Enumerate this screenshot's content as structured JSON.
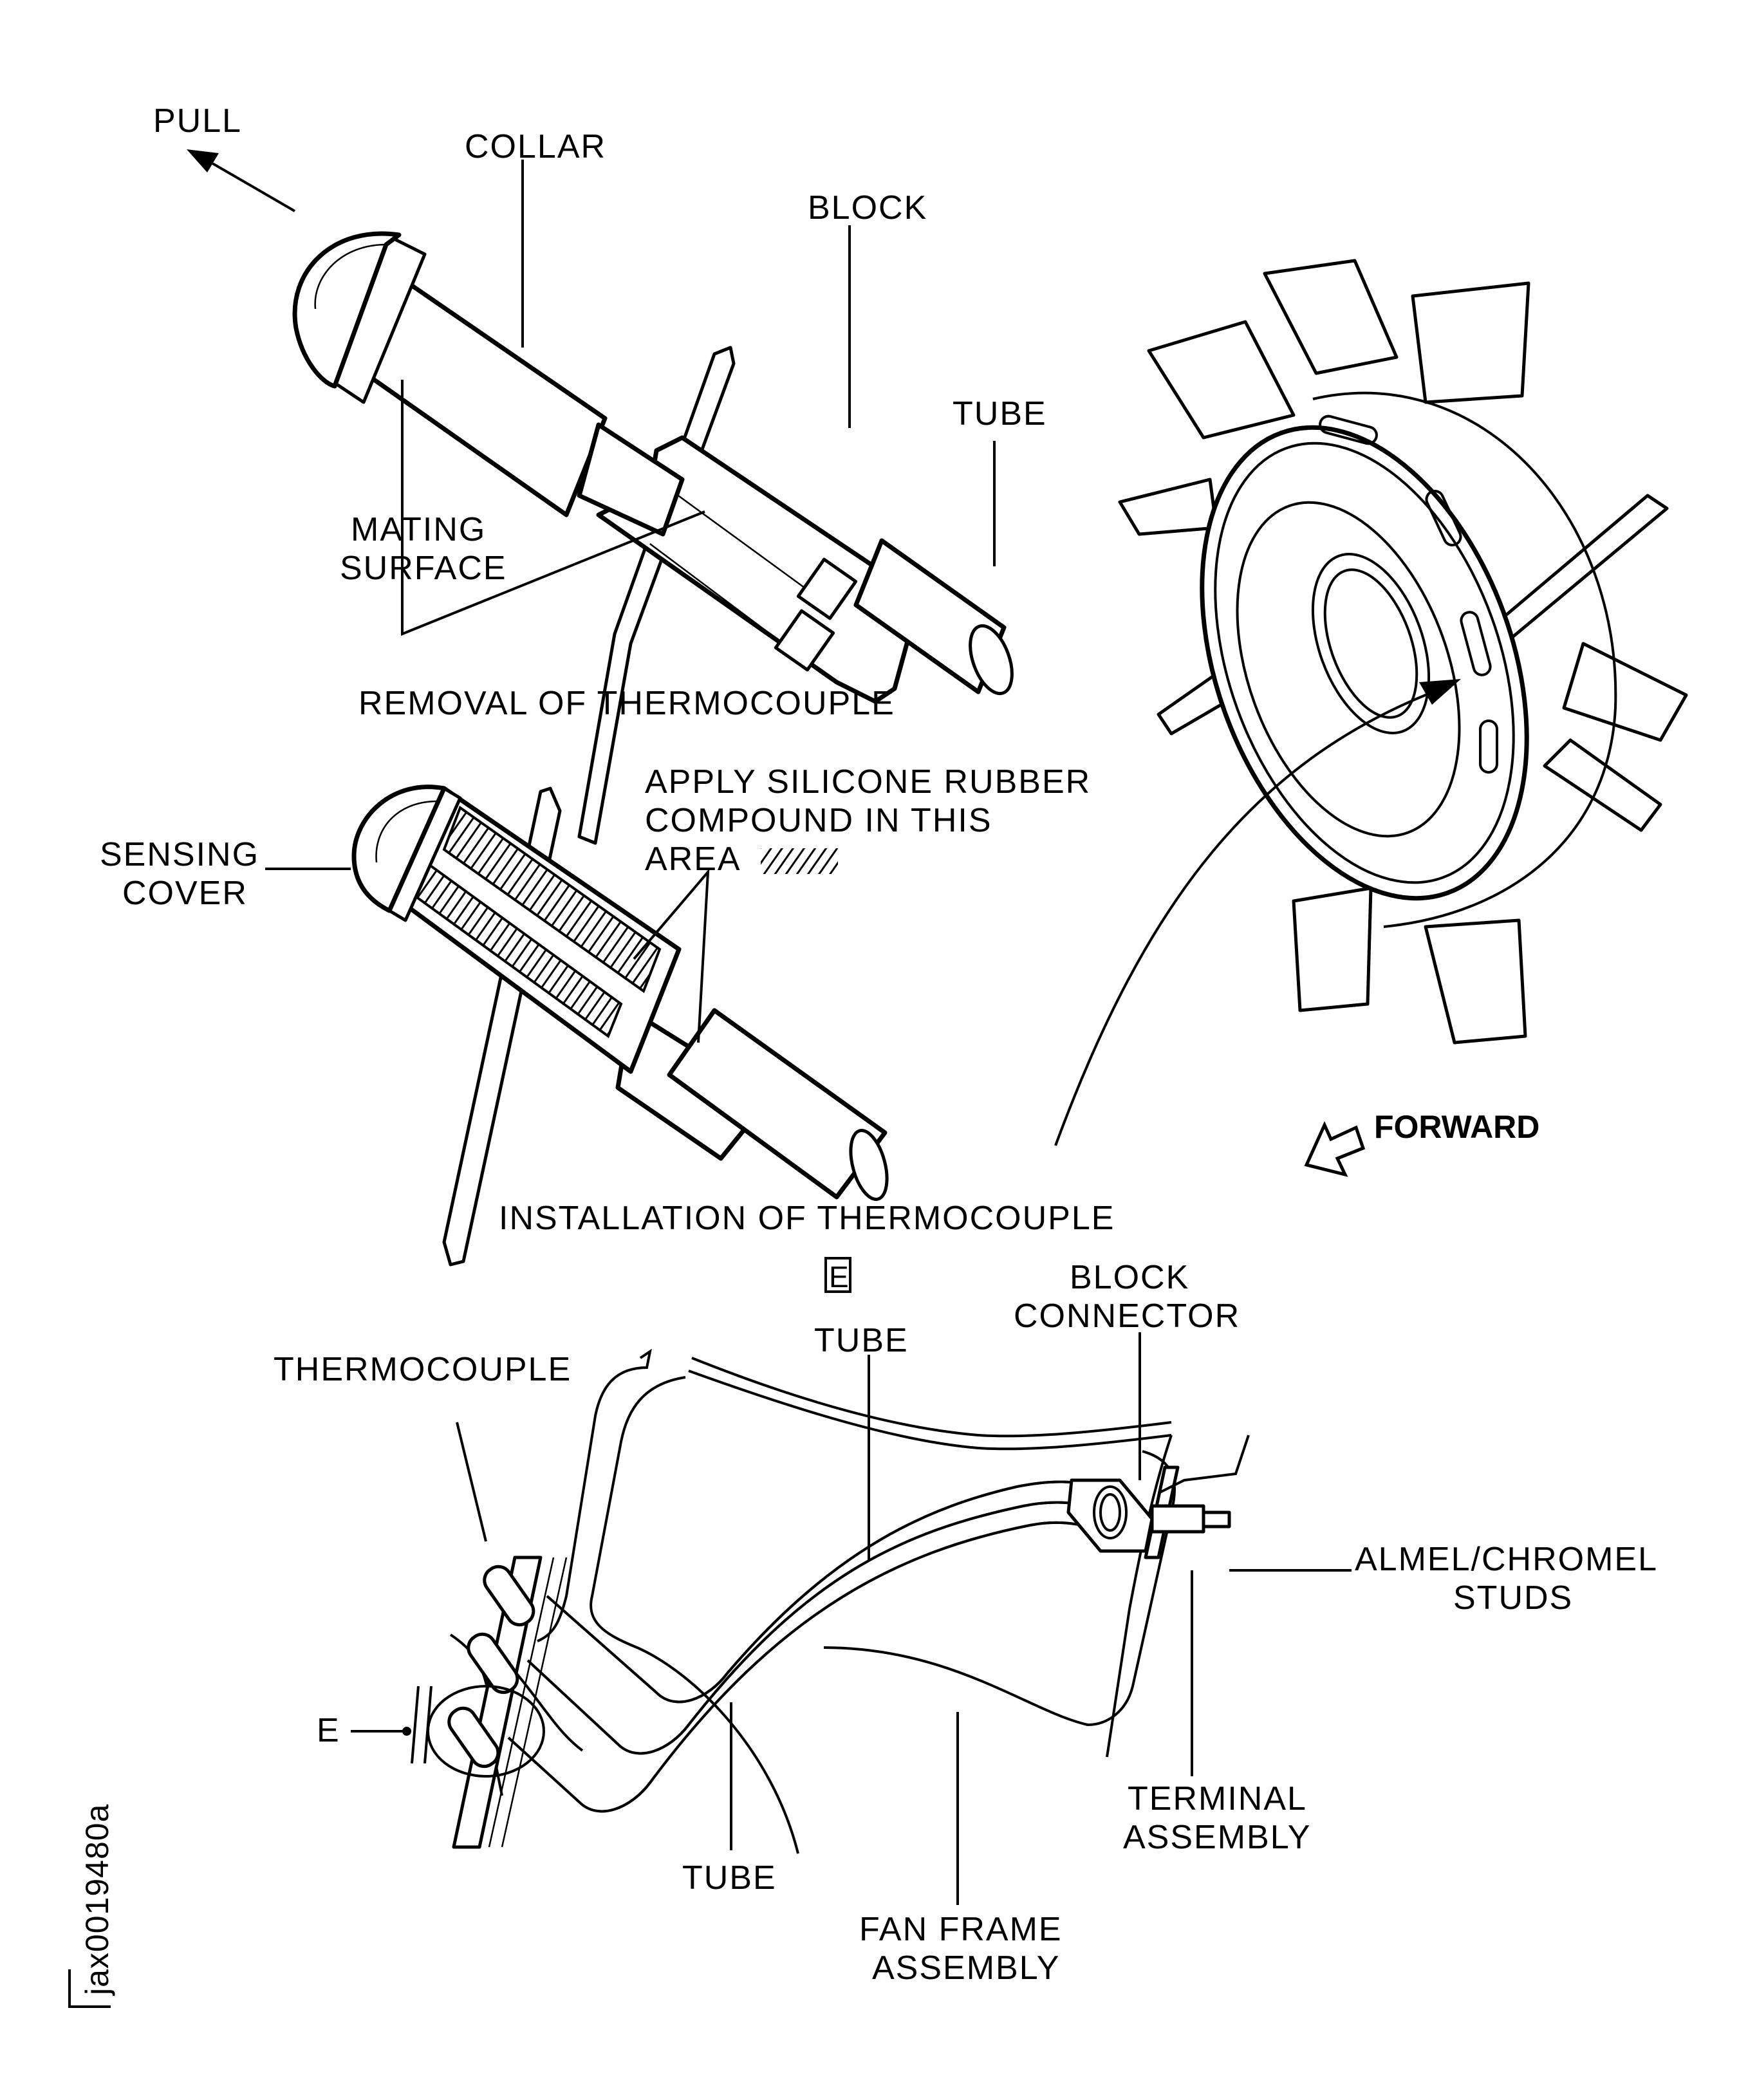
{
  "figure_id": "jax0019480a",
  "detail_marker": "E",
  "removal_view": {
    "title": "REMOVAL OF THERMOCOUPLE",
    "labels": {
      "pull": "PULL",
      "collar": "COLLAR",
      "block": "BLOCK",
      "tube": "TUBE",
      "mating_surface_line1": "MATING",
      "mating_surface_line2": "SURFACE"
    }
  },
  "installation_view": {
    "title": "INSTALLATION OF THERMOCOUPLE",
    "labels": {
      "sensing_cover_line1": "SENSING",
      "sensing_cover_line2": "COVER",
      "apply_line1": "APPLY  SILICONE  RUBBER",
      "apply_line2": "COMPOUND  IN  THIS",
      "apply_line3": "AREA"
    }
  },
  "engine_view": {
    "forward_label": "FORWARD"
  },
  "assembly_view": {
    "labels": {
      "thermocouple": "THERMOCOUPLE",
      "tube_top": "TUBE",
      "tube_bottom": "TUBE",
      "block_connector_line1": "BLOCK",
      "block_connector_line2": "CONNECTOR",
      "almel_chromel_line1": "ALMEL/CHROMEL",
      "almel_chromel_line2": "STUDS",
      "terminal_assembly_line1": "TERMINAL",
      "terminal_assembly_line2": "ASSEMBLY",
      "fan_frame_line1": "FAN  FRAME",
      "fan_frame_line2": "ASSEMBLY",
      "detail_callout": "E"
    }
  }
}
